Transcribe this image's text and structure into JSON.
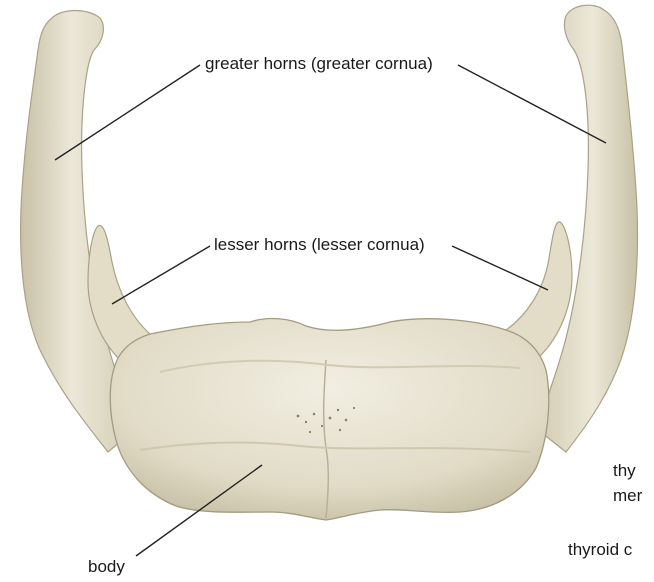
{
  "labels": {
    "greater_horns": "greater horns (greater cornua)",
    "lesser_horns": "lesser horns (lesser cornua)",
    "body": "body",
    "truncated_1": "thy",
    "truncated_2": "mer",
    "truncated_3": "thyroid c"
  },
  "colors": {
    "bone": "#e6e1cf",
    "bone_shadow": "#b9b29a",
    "bone_highlight": "#f6f3e8",
    "leader_line": "#222222",
    "background": "#ffffff"
  }
}
